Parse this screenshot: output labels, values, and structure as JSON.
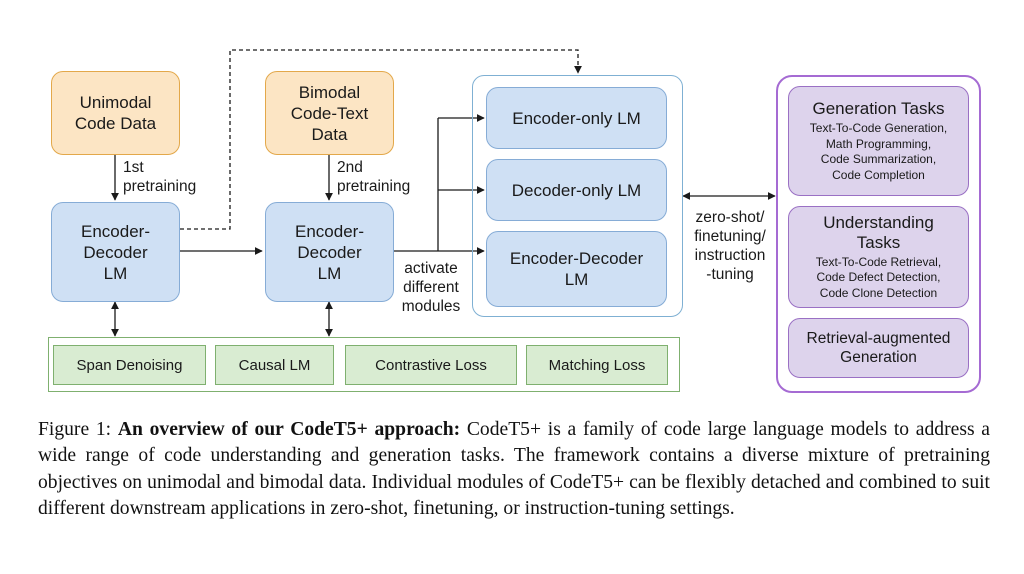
{
  "nodes": {
    "unimodal_data": "Unimodal\nCode Data",
    "bimodal_data": "Bimodal\nCode-Text\nData",
    "enc_dec_1": "Encoder-\nDecoder\nLM",
    "enc_dec_2": "Encoder-\nDecoder\nLM",
    "encoder_only": "Encoder-only LM",
    "decoder_only": "Decoder-only LM",
    "encoder_decoder": "Encoder-Decoder\nLM"
  },
  "edge_labels": {
    "first_pretraining": "1st\npretraining",
    "second_pretraining": "2nd\npretraining",
    "activate_modules": "activate\ndifferent\nmodules",
    "adaptation": "zero-shot/\nfinetuning/\ninstruction\n-tuning"
  },
  "objectives": [
    "Span Denoising",
    "Causal LM",
    "Contrastive Loss",
    "Matching Loss"
  ],
  "tasks": {
    "generation": {
      "title": "Generation Tasks",
      "items": "Text-To-Code Generation,\nMath Programming,\nCode Summarization,\nCode Completion"
    },
    "understanding": {
      "title": "Understanding\nTasks",
      "items": "Text-To-Code Retrieval,\nCode Defect Detection,\nCode Clone Detection"
    },
    "retrieval": {
      "title": "Retrieval-augmented\nGeneration"
    }
  },
  "caption": {
    "prefix": "Figure 1: ",
    "title": "An overview of our CodeT5+ approach:",
    "body": " CodeT5+ is a family of code large language models to address a wide range of code understanding and generation tasks. The framework contains a diverse mixture of pretraining objectives on unimodal and bimodal data.  Individual modules of CodeT5+ can be flexibly detached and combined to suit different downstream applications in zero-shot, finetuning, or instruction-tuning settings."
  },
  "colors": {
    "data_fill": "#fce5c4",
    "model_fill": "#cfe0f4",
    "objective_fill": "#d9ecd2",
    "task_fill": "#ddd3ec"
  }
}
